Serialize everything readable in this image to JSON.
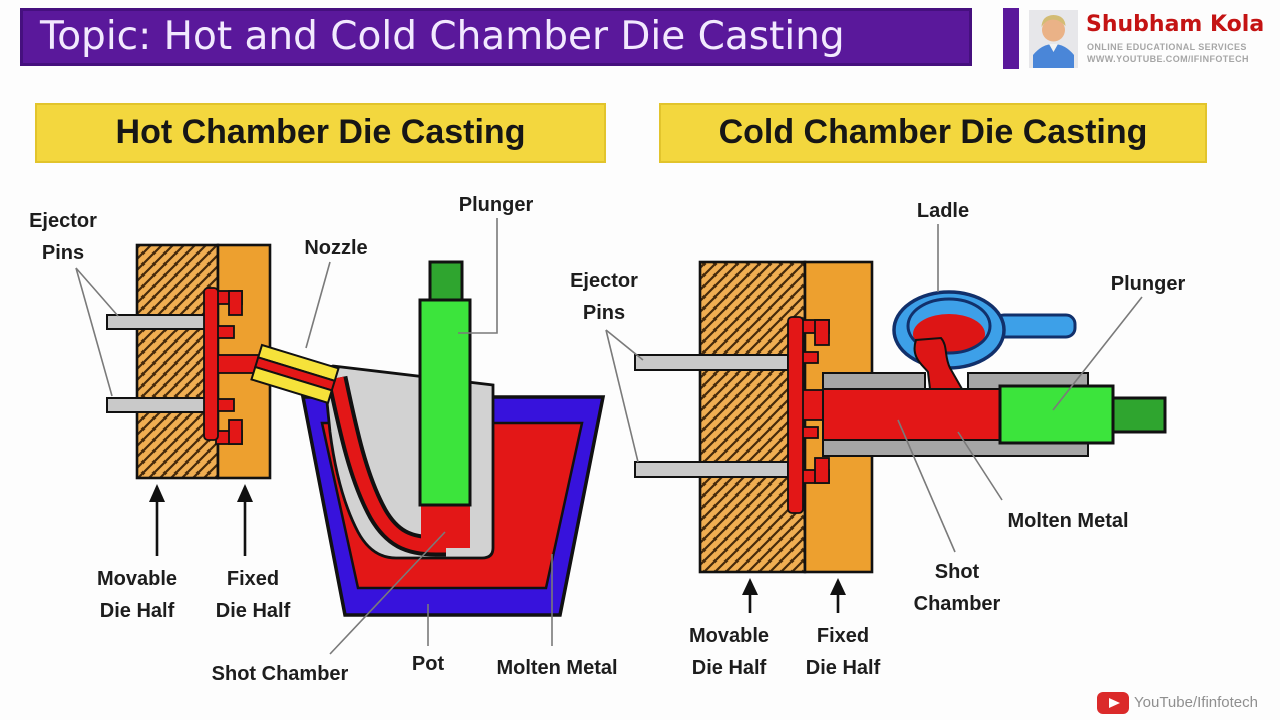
{
  "header": {
    "topic": "Topic: Hot and Cold Chamber Die Casting",
    "brand": {
      "name": "Shubham Kola",
      "tagline": "ONLINE EDUCATIONAL SERVICES",
      "url": "WWW.YOUTUBE.COM/IFINFOTECH"
    }
  },
  "hot": {
    "title": "Hot Chamber Die Casting",
    "labels": {
      "ejector_pins_1": "Ejector",
      "ejector_pins_2": "Pins",
      "nozzle": "Nozzle",
      "plunger": "Plunger",
      "movable_1": "Movable",
      "movable_2": "Die Half",
      "fixed_1": "Fixed",
      "fixed_2": "Die Half",
      "shot_chamber": "Shot Chamber",
      "pot": "Pot",
      "molten_metal": "Molten Metal"
    }
  },
  "cold": {
    "title": "Cold Chamber Die Casting",
    "labels": {
      "ejector_pins_1": "Ejector",
      "ejector_pins_2": "Pins",
      "ladle": "Ladle",
      "plunger": "Plunger",
      "molten_metal": "Molten Metal",
      "shot_chamber_1": "Shot",
      "shot_chamber_2": "Chamber",
      "movable_1": "Movable",
      "movable_2": "Die Half",
      "fixed_1": "Fixed",
      "fixed_2": "Die Half"
    }
  },
  "footer": {
    "youtube": "YouTube/Ifinfotech"
  },
  "colors": {
    "banner_purple": "#5a189b",
    "title_yellow": "#f3d73e",
    "die_orange": "#eda02f",
    "die_orange_hatched": "#f0ae52",
    "molten_red": "#e31717",
    "pot_blue": "#3712dc",
    "ladle_blue": "#3da0e8",
    "plunger_green": "#3ce43c",
    "plunger_dark_green": "#2fa52f",
    "steel_gray": "#c9c9c9",
    "sleeve_gray": "#a6a6a6",
    "nozzle_yellow": "#f6e23a",
    "brand_red": "#c41313"
  }
}
